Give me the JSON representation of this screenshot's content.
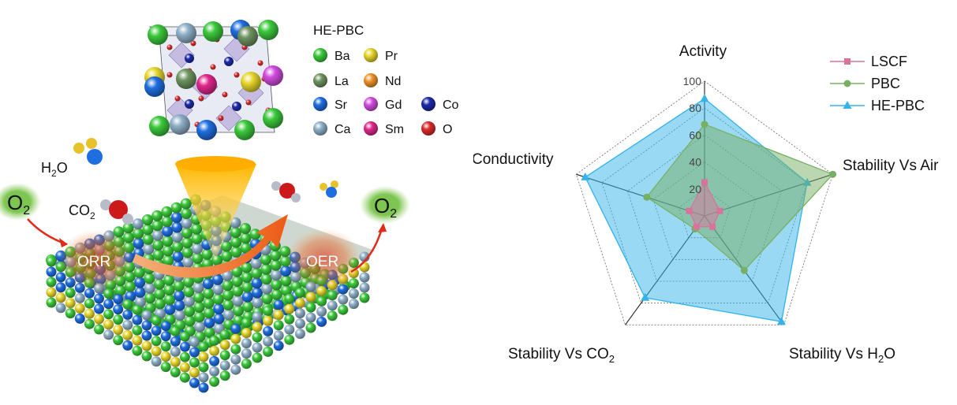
{
  "colors": {
    "Ba": "#3cc93c",
    "La": "#6f9460",
    "Sr": "#1f6ee0",
    "Ca": "#8fb0c8",
    "Pr": "#e7d62c",
    "Nd": "#f0942a",
    "Gd": "#d24ce0",
    "Sm": "#e0288c",
    "Co": "#1d2aa8",
    "O": "#dd2b2b",
    "LSCF": "#d9739b",
    "PBC": "#78b063",
    "HE-PBC": "#33b3ea",
    "arrow": "#e53a1e",
    "cone": "#ffc21a"
  },
  "illustration": {
    "title": "HE-PBC",
    "legend": [
      {
        "label": "Ba",
        "color": "Ba"
      },
      {
        "label": "Pr",
        "color": "Pr"
      },
      {
        "label": "La",
        "color": "La"
      },
      {
        "label": "Nd",
        "color": "Nd"
      },
      {
        "label": "Sr",
        "color": "Sr"
      },
      {
        "label": "Gd",
        "color": "Gd"
      },
      {
        "label": "Co",
        "color": "Co"
      },
      {
        "label": "Ca",
        "color": "Ca"
      },
      {
        "label": "Sm",
        "color": "Sm"
      },
      {
        "label": "O",
        "color": "O"
      }
    ],
    "h2o": {
      "main": "H",
      "sub": "2",
      "tail": "O"
    },
    "co2": {
      "main": "CO",
      "sub": "2"
    },
    "o2_left": {
      "main": "O",
      "sub": "2"
    },
    "o2_right": {
      "main": "O",
      "sub": "2"
    },
    "orr": "ORR",
    "oer": "OER"
  },
  "chart_data": {
    "type": "radar",
    "axes": [
      {
        "label": "Activity"
      },
      {
        "label": "Stability Vs Air"
      },
      {
        "label": "Stability Vs H",
        "sub": "2",
        "tail": "O"
      },
      {
        "label": "Stability Vs CO",
        "sub": "2",
        "tail": ""
      },
      {
        "label": "Conductivity"
      }
    ],
    "range": [
      0,
      100
    ],
    "ticks": [
      "20",
      "40",
      "60",
      "80",
      "100"
    ],
    "series": [
      {
        "name": "LSCF",
        "color": "LSCF",
        "marker": "square",
        "values": [
          25,
          12,
          10,
          10,
          12
        ]
      },
      {
        "name": "PBC",
        "color": "PBC",
        "marker": "circle",
        "values": [
          68,
          100,
          50,
          12,
          45
        ]
      },
      {
        "name": "HE-PBC",
        "color": "HE-PBC",
        "marker": "triangle",
        "values": [
          87,
          80,
          97,
          75,
          93
        ]
      }
    ],
    "legend_position": "top-right"
  }
}
